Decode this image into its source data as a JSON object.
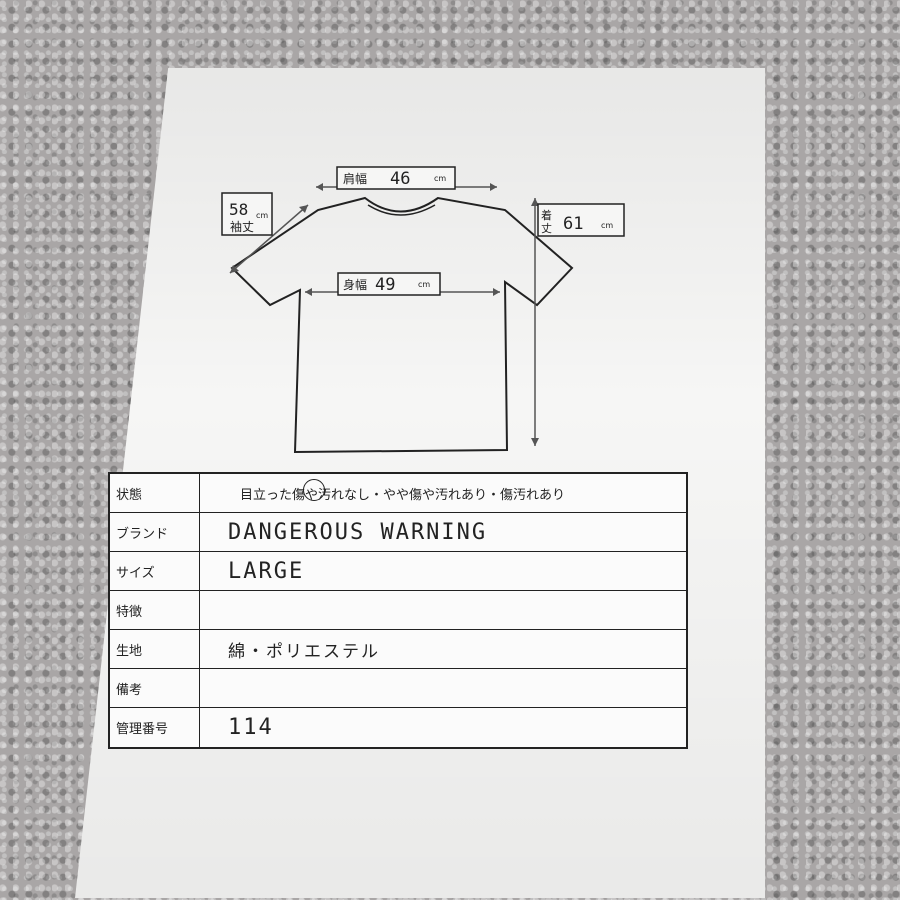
{
  "diagram": {
    "shoulder": {
      "label": "肩幅",
      "value": "46",
      "unit": "cm"
    },
    "sleeve": {
      "label": "袖丈",
      "value": "58",
      "unit": "cm"
    },
    "length": {
      "label": "着丈",
      "value": "61",
      "unit": "cm"
    },
    "body": {
      "label": "身幅",
      "value": "49",
      "unit": "cm"
    }
  },
  "table": {
    "condition": {
      "label": "状態",
      "value": "目立った傷や汚れなし・やや傷や汚れあり・傷汚れあり"
    },
    "brand": {
      "label": "ブランド",
      "value": "DANGEROUS WARNING"
    },
    "size": {
      "label": "サイズ",
      "value": "LARGE"
    },
    "features": {
      "label": "特徴",
      "value": ""
    },
    "fabric": {
      "label": "生地",
      "value": "綿・ポリエステル"
    },
    "notes": {
      "label": "備考",
      "value": ""
    },
    "number": {
      "label": "管理番号",
      "value": "114"
    }
  }
}
